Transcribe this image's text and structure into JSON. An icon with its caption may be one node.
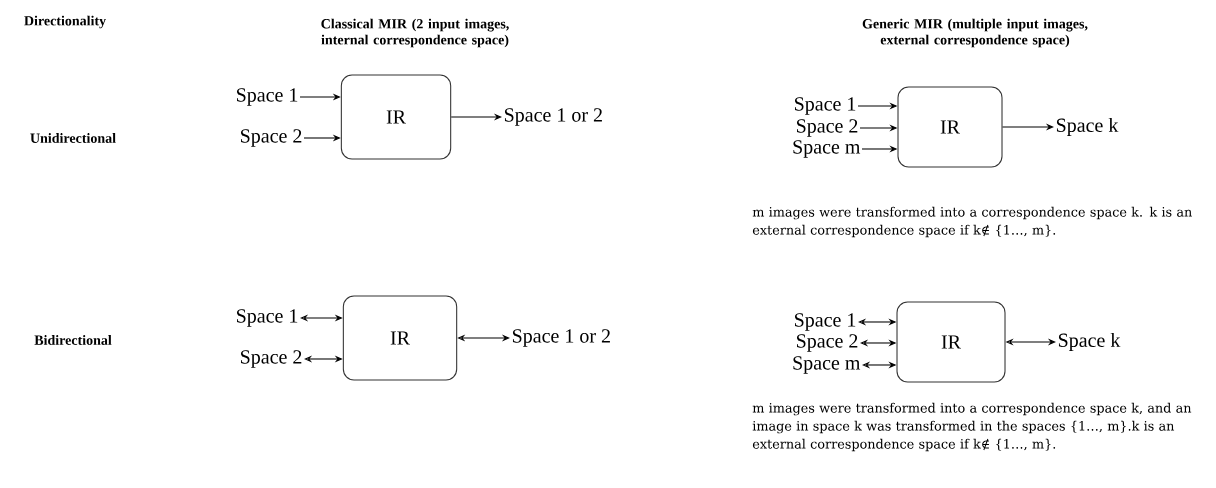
{
  "diagram": {
    "nodes": [
      {
        "text": [
          "Space 1"
        ]
      },
      {
        "text": [
          "Space 2"
        ]
      },
      {
        "text": [
          "IR"
        ]
      },
      {
        "text": [
          "Space 1 or 2"
        ]
      },
      {
        "text": [
          "Space 1"
        ]
      },
      {
        "text": [
          "Space 2"
        ]
      },
      {
        "text": [
          "Space m"
        ]
      },
      {
        "text": [
          "IR"
        ]
      },
      {
        "text": [
          "Space k"
        ]
      },
      {
        "text": [
          "Space 1"
        ]
      },
      {
        "text": [
          "Space 2"
        ]
      },
      {
        "text": [
          "IR"
        ]
      },
      {
        "text": [
          "Space 1 or 2"
        ]
      },
      {
        "text": [
          "Space 1"
        ]
      },
      {
        "text": [
          "Space 2"
        ]
      },
      {
        "text": [
          "Space m"
        ]
      },
      {
        "text": [
          "IR"
        ]
      },
      {
        "text": [
          "Space k"
        ]
      }
    ],
    "edges": [
      {
        "from": 0,
        "to": 2,
        "arrow": "to"
      },
      {
        "from": 1,
        "to": 2,
        "arrow": "to"
      },
      {
        "from": 2,
        "to": 3,
        "arrow": "to"
      },
      {
        "from": 4,
        "to": 7,
        "arrow": "to"
      },
      {
        "from": 5,
        "to": 7,
        "arrow": "to"
      },
      {
        "from": 6,
        "to": 7,
        "arrow": "to"
      },
      {
        "from": 7,
        "to": 8,
        "arrow": "to"
      },
      {
        "from": 9,
        "to": 11,
        "arrow": "both"
      },
      {
        "from": 10,
        "to": 11,
        "arrow": "both"
      },
      {
        "from": 11,
        "to": 12,
        "arrow": "both"
      },
      {
        "from": 13,
        "to": 16,
        "arrow": "both"
      },
      {
        "from": 14,
        "to": 16,
        "arrow": "both"
      },
      {
        "from": 15,
        "to": 16,
        "arrow": "both"
      },
      {
        "from": 16,
        "to": 17,
        "arrow": "both"
      }
    ],
    "labels": [
      "Directionality",
      "Classical MIR (2 input images, internal correspondence space)",
      "Generic MIR (multiple input images, external correspondence space)",
      "Unidirectional",
      "m images were transformed into a correspondence space k. k is an external correspondence space if k∉ {1…, m}.",
      "Bidirectional",
      "m images were transformed into a correspondence space k, and an image in space k was transformed in the spaces {1…, m}.k is an external correspondence space if k∉ {1…, m}."
    ]
  }
}
